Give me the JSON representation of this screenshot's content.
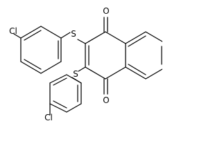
{
  "diagram": {
    "atom_labels": {
      "o_top": "O",
      "o_bottom": "O",
      "s_top": "S",
      "s_bottom": "S",
      "cl_top": "Cl",
      "cl_bottom": "Cl"
    }
  }
}
